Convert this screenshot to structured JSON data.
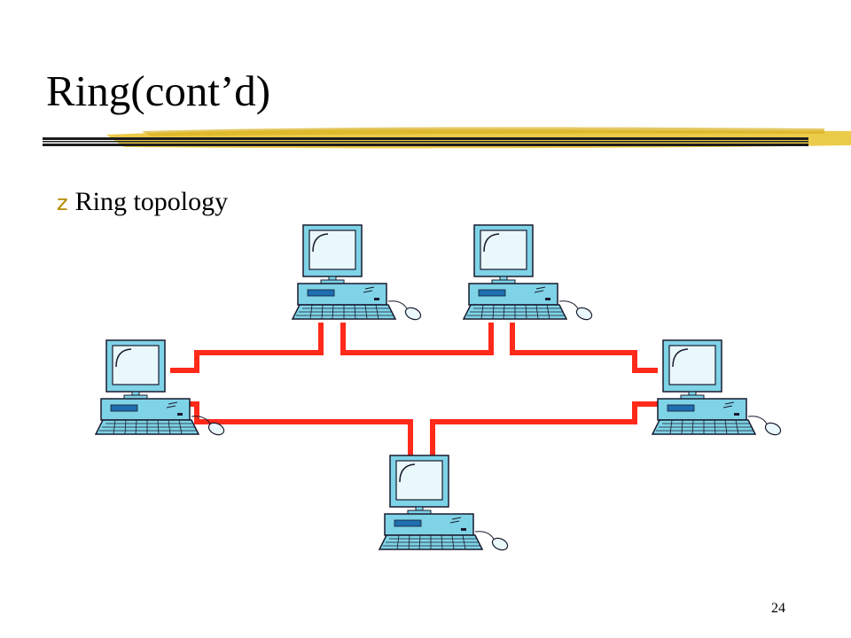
{
  "slide": {
    "title": "Ring(cont’d)",
    "bullet": "Ring topology",
    "bullet_marker": "z",
    "page_number": "24"
  },
  "colors": {
    "ring_line": "#ff2a1a",
    "accent_swoosh": "#e8c22a",
    "monitor_body": "#7fd3e6",
    "monitor_screen": "#e9f8fb",
    "outline": "#1a1a2e"
  },
  "diagram": {
    "nodes": [
      {
        "name": "workstation-top-left",
        "icon": "computer-icon"
      },
      {
        "name": "workstation-top-right",
        "icon": "computer-icon"
      },
      {
        "name": "workstation-left",
        "icon": "computer-icon"
      },
      {
        "name": "workstation-right",
        "icon": "computer-icon"
      },
      {
        "name": "workstation-bottom",
        "icon": "computer-icon"
      }
    ]
  }
}
